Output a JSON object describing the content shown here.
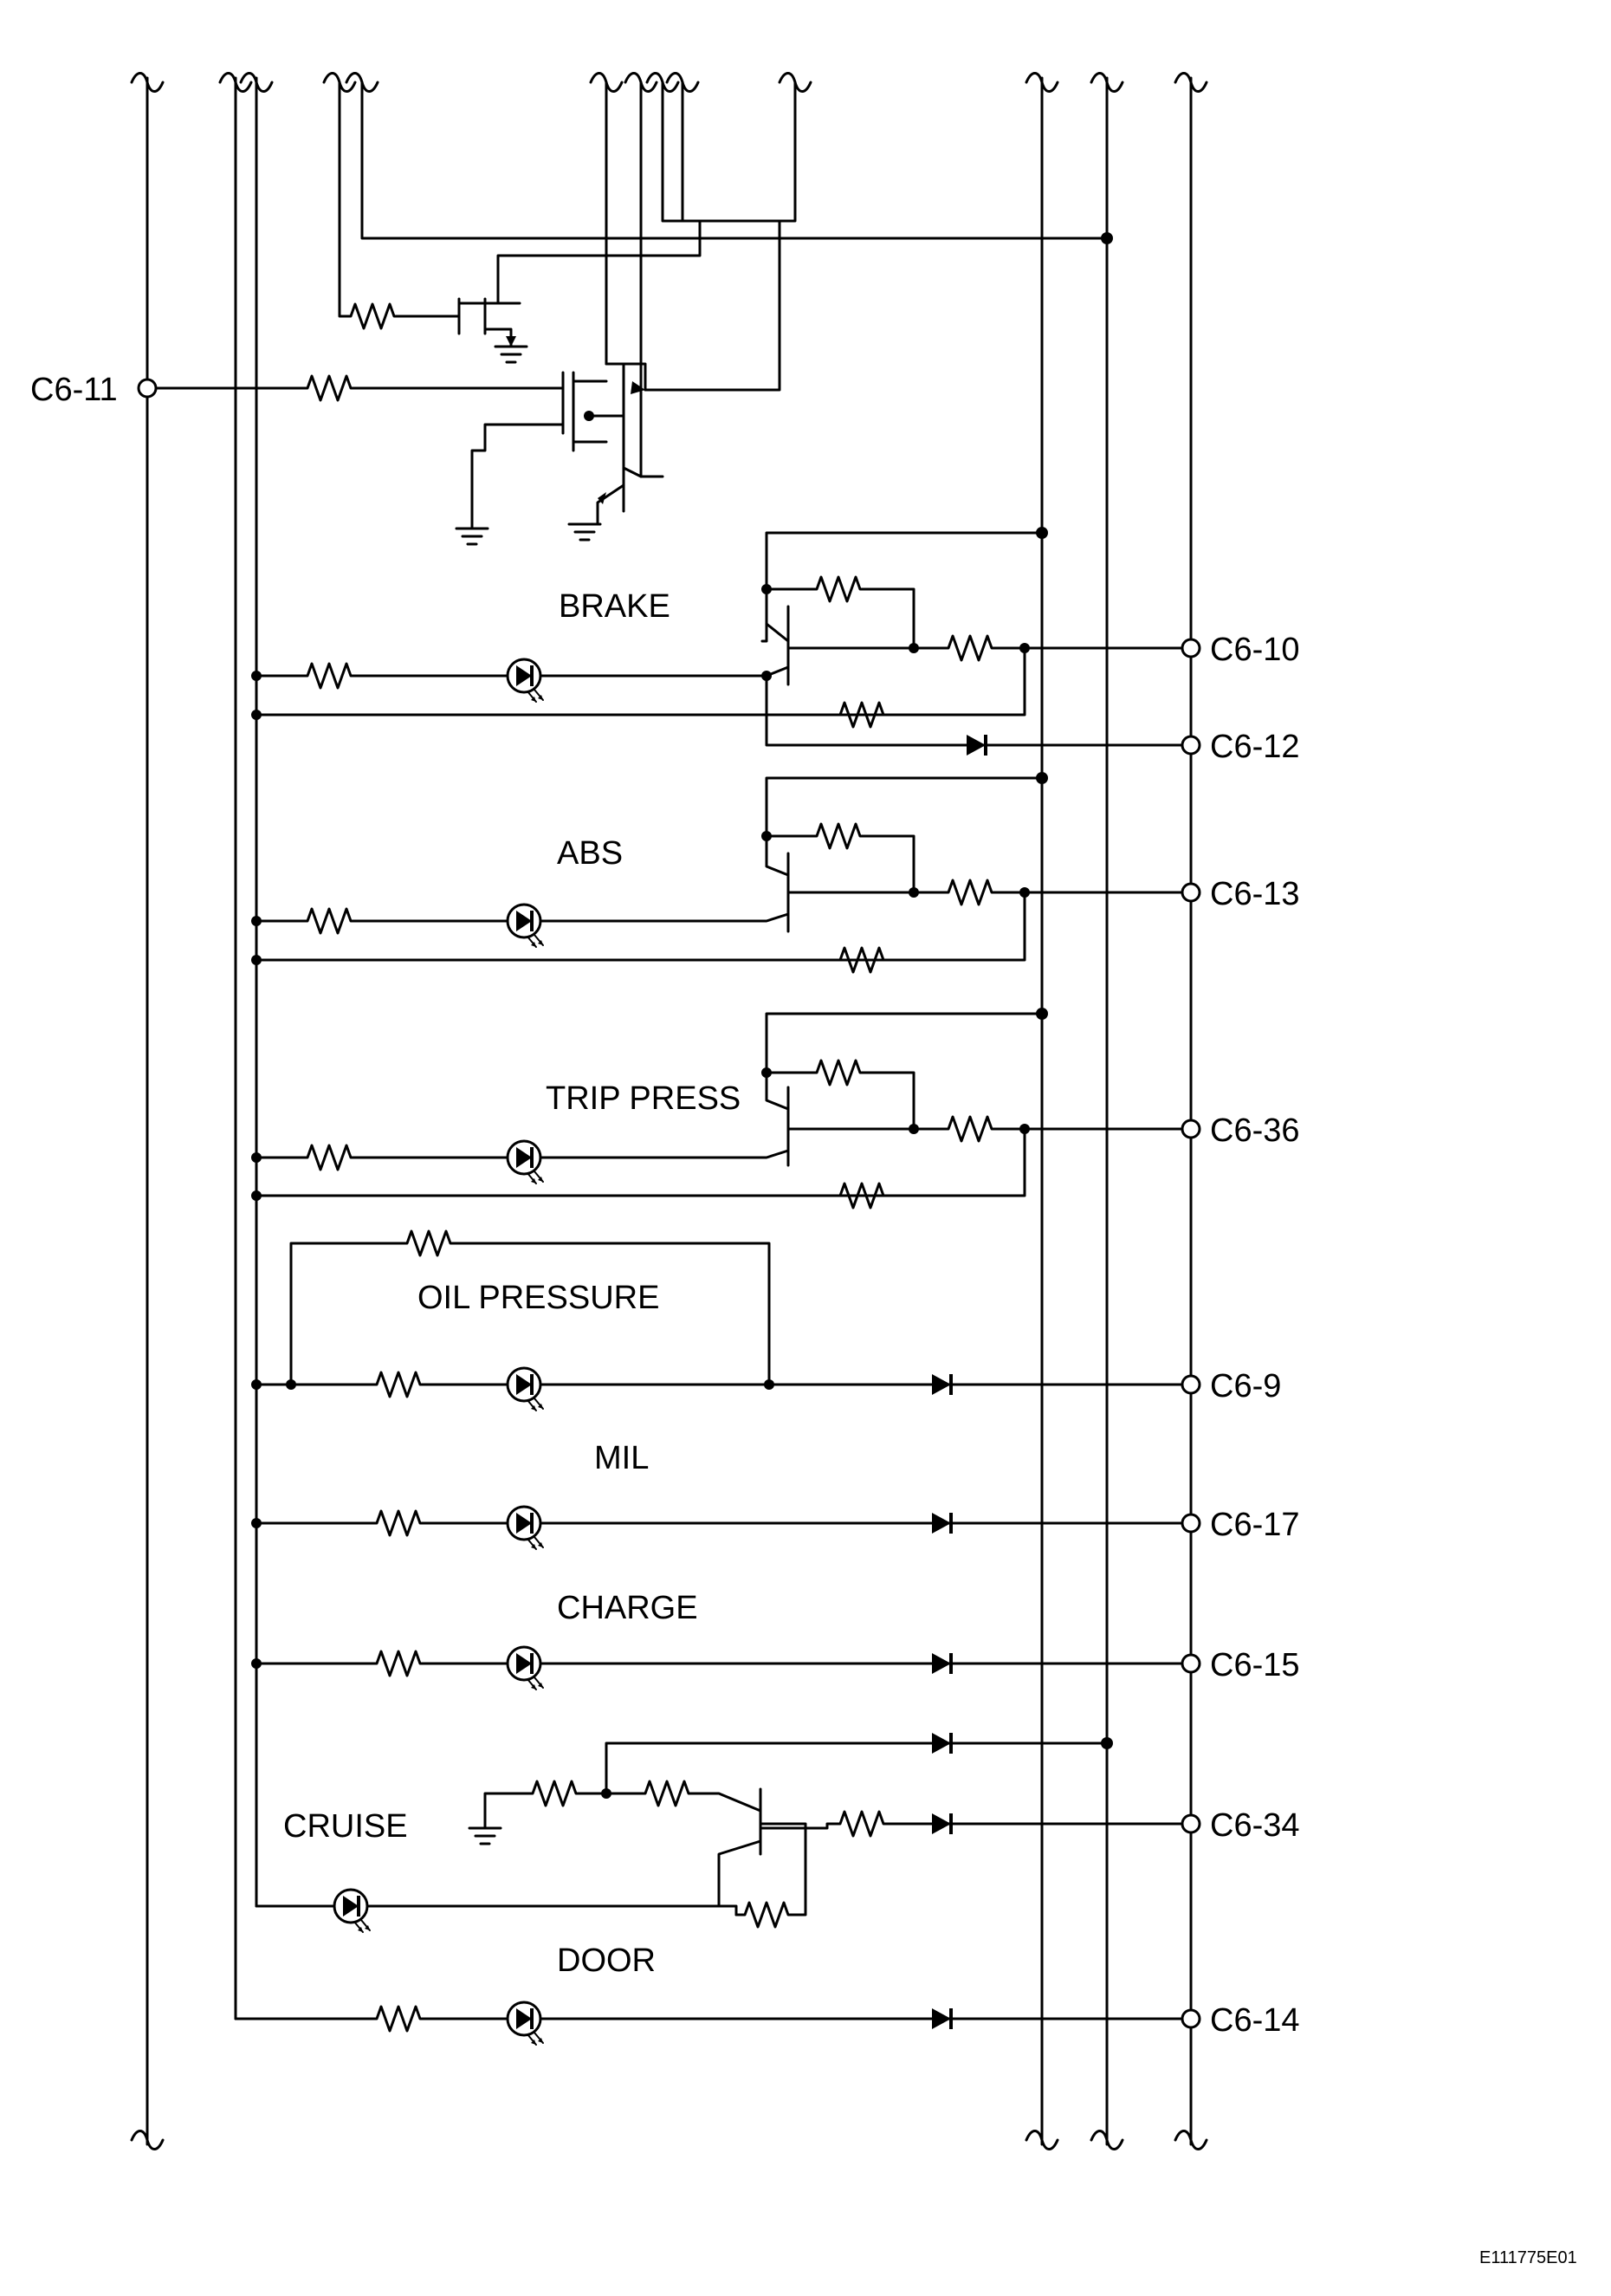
{
  "terminals": {
    "c6_11": "C6-11",
    "c6_10": "C6-10",
    "c6_12": "C6-12",
    "c6_13": "C6-13",
    "c6_36": "C6-36",
    "c6_9": "C6-9",
    "c6_17": "C6-17",
    "c6_15": "C6-15",
    "c6_34": "C6-34",
    "c6_14": "C6-14"
  },
  "indicators": {
    "brake": "BRAKE",
    "abs": "ABS",
    "trip_press": "TRIP PRESS",
    "oil_pressure": "OIL PRESSURE",
    "mil": "MIL",
    "charge": "CHARGE",
    "cruise": "CRUISE",
    "door": "DOOR"
  },
  "figure_code": "E111775E01"
}
